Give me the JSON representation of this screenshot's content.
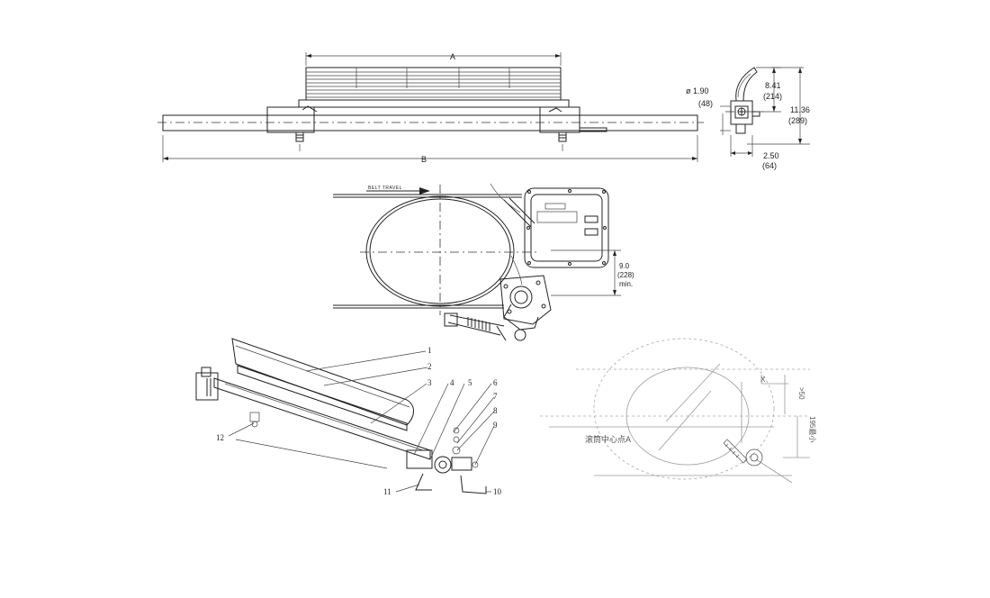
{
  "top_view": {
    "dim_a": "A",
    "dim_b": "B",
    "pipe_dia": "ø 1.90",
    "pipe_dia_mm": "(48)",
    "height_upper": "8.41",
    "height_upper_mm": "(214)",
    "height_total": "11.36",
    "height_total_mm": "(289)",
    "width": "2.50",
    "width_mm": "(64)"
  },
  "middle_view": {
    "belt_travel": "BELT TRAVEL",
    "clearance": "9.0",
    "clearance_mm": "(228)",
    "clearance_note": "min."
  },
  "parts_view": {
    "callouts": [
      "1",
      "2",
      "3",
      "4",
      "5",
      "6",
      "7",
      "8",
      "9",
      "10",
      "11",
      "12"
    ]
  },
  "install_view": {
    "pulley_center": "滚筒中心点A",
    "x_label": "X",
    "gap_label": ">50",
    "dist_label": "195最小"
  }
}
